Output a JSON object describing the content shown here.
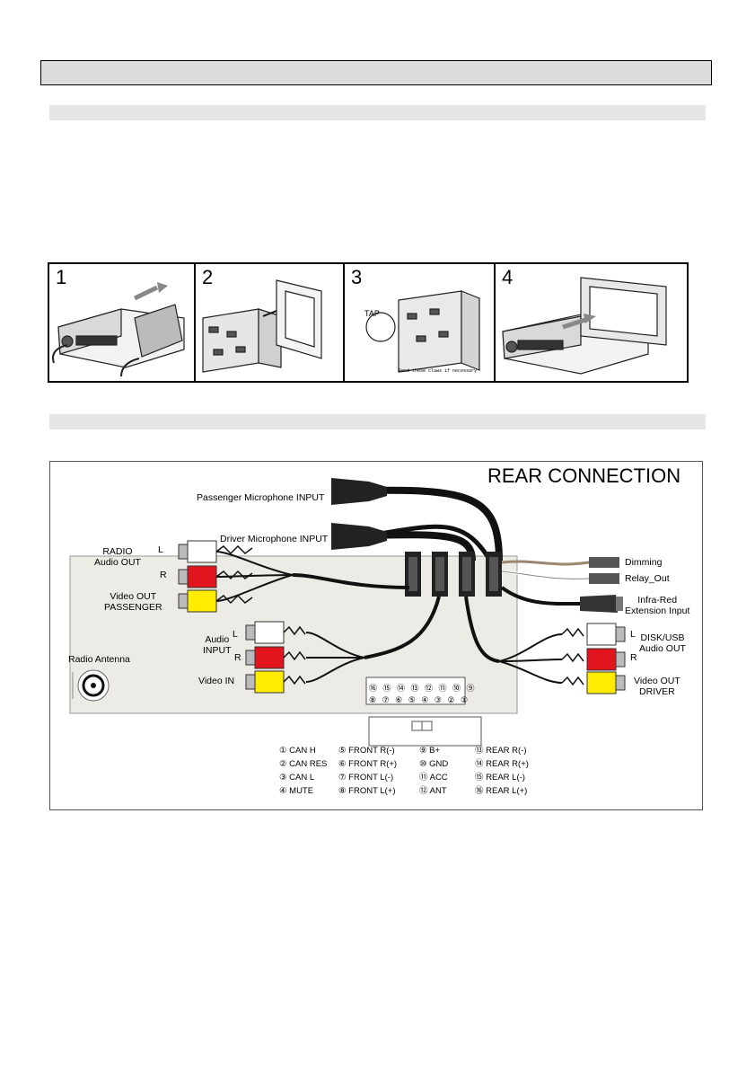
{
  "steps": [
    "1",
    "2",
    "3",
    "4"
  ],
  "step3": {
    "tap": "TAP",
    "note": "Bend these claws if necessary"
  },
  "rear": {
    "title": "REAR CONNECTION",
    "labels": {
      "passenger_mic": "Passenger Microphone INPUT",
      "driver_mic": "Driver Microphone INPUT",
      "radio_audio_out": "RADIO\nAudio OUT",
      "video_out_passenger": "Video OUT\nPASSENGER",
      "audio_input": "Audio\nINPUT",
      "video_in": "Video IN",
      "radio_antenna": "Radio Antenna",
      "dimming": "Dimming",
      "relay_out": "Relay_Out",
      "infra_red": "Infra-Red\nExtension Input",
      "disk_usb": "DISK/USB\nAudio OUT",
      "video_out_driver": "Video OUT\nDRIVER",
      "l": "L",
      "r": "R"
    },
    "connector_top": [
      "⑯",
      "⑮",
      "⑭",
      "⑬",
      "⑫",
      "⑪",
      "⑩",
      "⑨"
    ],
    "connector_bottom": [
      "⑧",
      "⑦",
      "⑥",
      "⑤",
      "④",
      "③",
      "②",
      "①"
    ],
    "pins": [
      [
        "① CAN H",
        "② CAN RES",
        "③ CAN L",
        "④ MUTE"
      ],
      [
        "⑤ FRONT R(-)",
        "⑥ FRONT R(+)",
        "⑦ FRONT L(-)",
        "⑧ FRONT L(+)"
      ],
      [
        "⑨ B+",
        "⑩ GND",
        "⑪ ACC",
        "⑫ ANT"
      ],
      [
        "⑬ REAR R(-)",
        "⑭ REAR R(+)",
        "⑮ REAR L(-)",
        "⑯ REAR L(+)"
      ]
    ]
  }
}
